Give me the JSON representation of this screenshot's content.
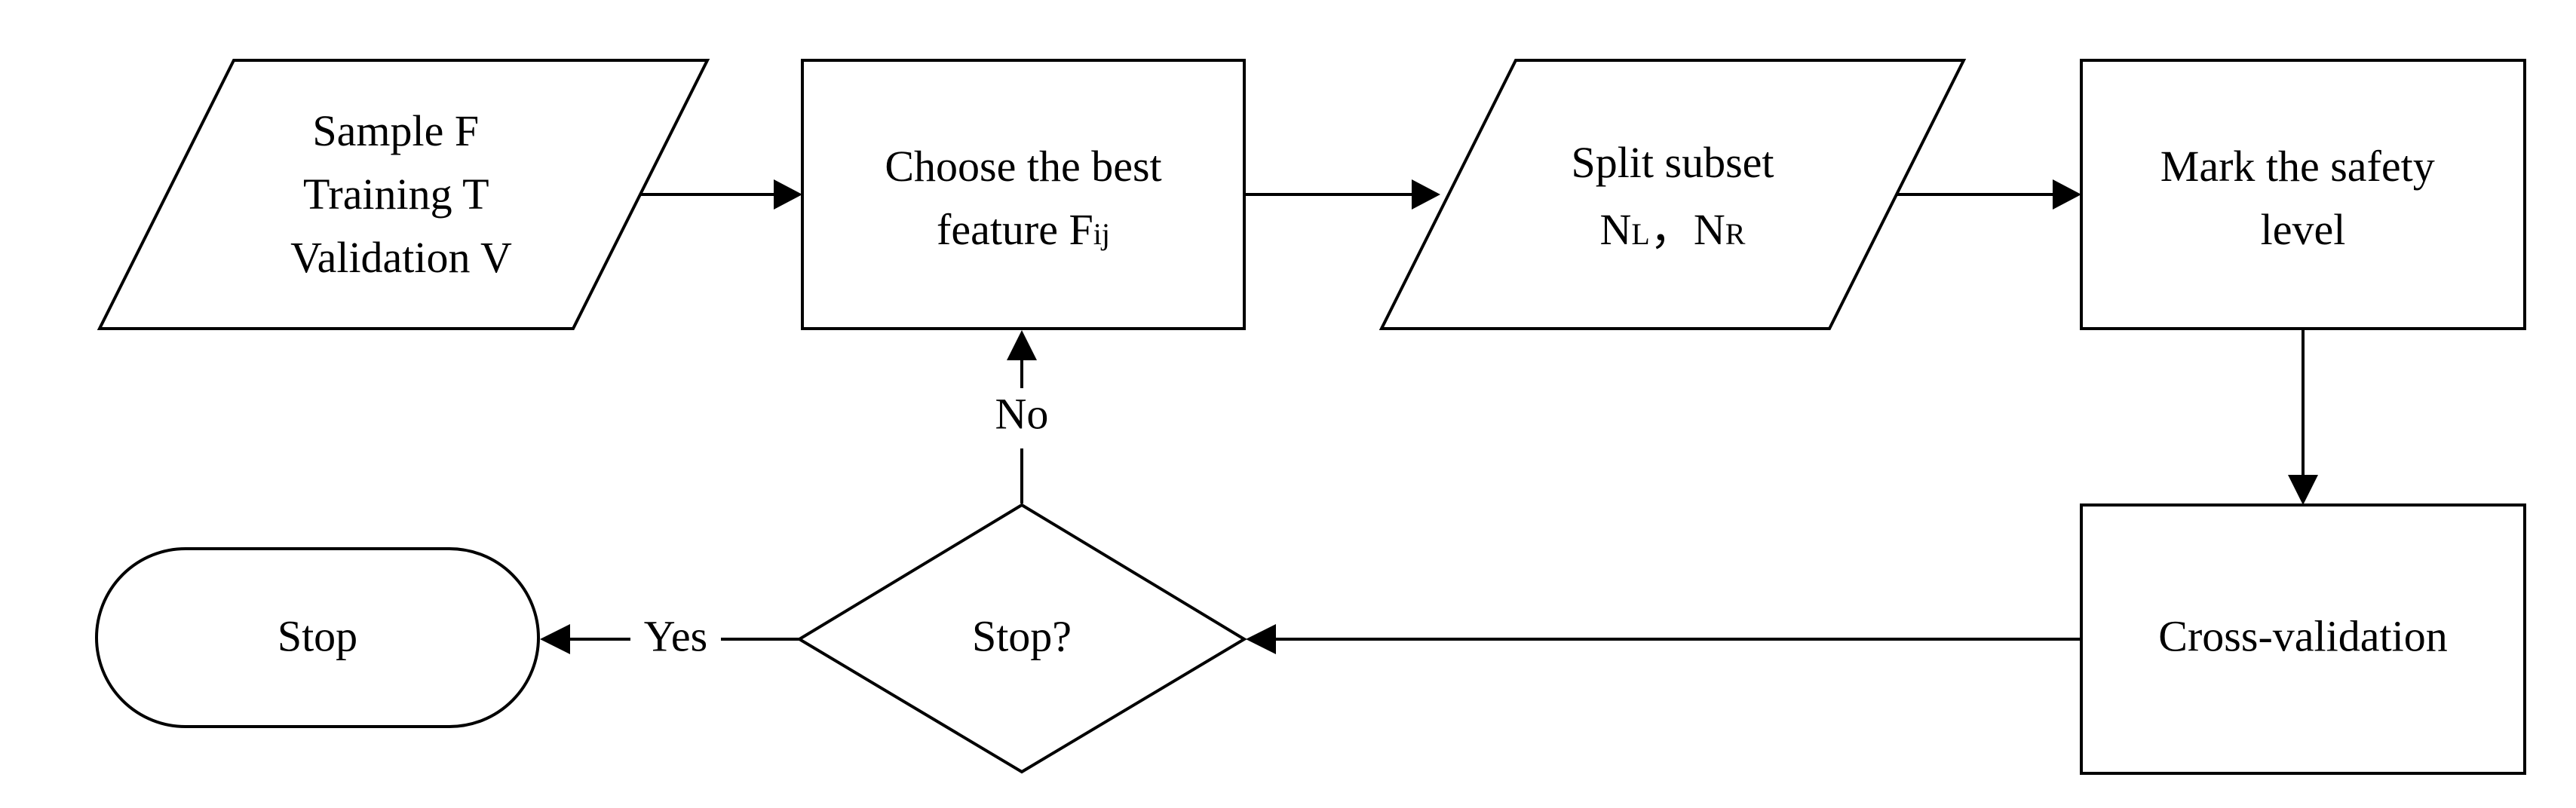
{
  "nodes": {
    "sample": {
      "lines": [
        "Sample F",
        "Training T",
        "Validation V"
      ]
    },
    "choose": {
      "line1": "Choose the best",
      "line2_text": "feature F",
      "line2_sub": "ij"
    },
    "split": {
      "line1": "Split subset",
      "n_left": "N",
      "n_left_sub": "L",
      "separator": "，",
      "n_right": "N",
      "n_right_sub": "R"
    },
    "mark": {
      "lines": [
        "Mark the safety",
        "level"
      ]
    },
    "crossval": {
      "label": "Cross-validation"
    },
    "decision": {
      "label": "Stop?"
    },
    "stop": {
      "label": "Stop"
    }
  },
  "edges": {
    "no_label": "No",
    "yes_label": "Yes"
  }
}
